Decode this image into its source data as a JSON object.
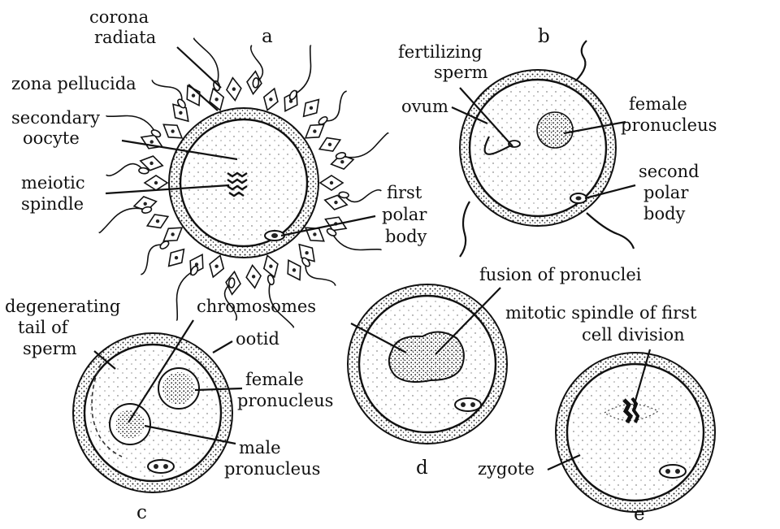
{
  "panels": {
    "a": {
      "letter": "a",
      "labels": {
        "corona_radiata": [
          "corona",
          "radiata"
        ],
        "zona_pellucida": [
          "zona pellucida"
        ],
        "secondary_oocyte": [
          "secondary",
          "oocyte"
        ],
        "meiotic_spindle": [
          "meiotic",
          "spindle"
        ],
        "first_polar_body": [
          "first",
          "polar",
          "body"
        ]
      }
    },
    "b": {
      "letter": "b",
      "labels": {
        "fertilizing_sperm": [
          "fertilizing",
          "sperm"
        ],
        "ovum": [
          "ovum"
        ],
        "female_pronucleus": [
          "female",
          "pronucleus"
        ],
        "second_polar_body": [
          "second",
          "polar",
          "body"
        ]
      }
    },
    "c": {
      "letter": "c",
      "labels": {
        "degenerating_tail": [
          "degenerating",
          "tail of",
          "sperm"
        ],
        "chromosomes": [
          "chromosomes"
        ],
        "ootid": [
          "ootid"
        ],
        "female_pronucleus": [
          "female",
          "pronucleus"
        ],
        "male_pronucleus": [
          "male",
          "pronucleus"
        ]
      }
    },
    "d": {
      "letter": "d",
      "labels": {
        "fusion": [
          "fusion of pronuclei"
        ]
      }
    },
    "e": {
      "letter": "e",
      "labels": {
        "mitotic_spindle": [
          "mitotic spindle of first",
          "cell division"
        ],
        "zygote": [
          "zygote"
        ]
      }
    }
  }
}
